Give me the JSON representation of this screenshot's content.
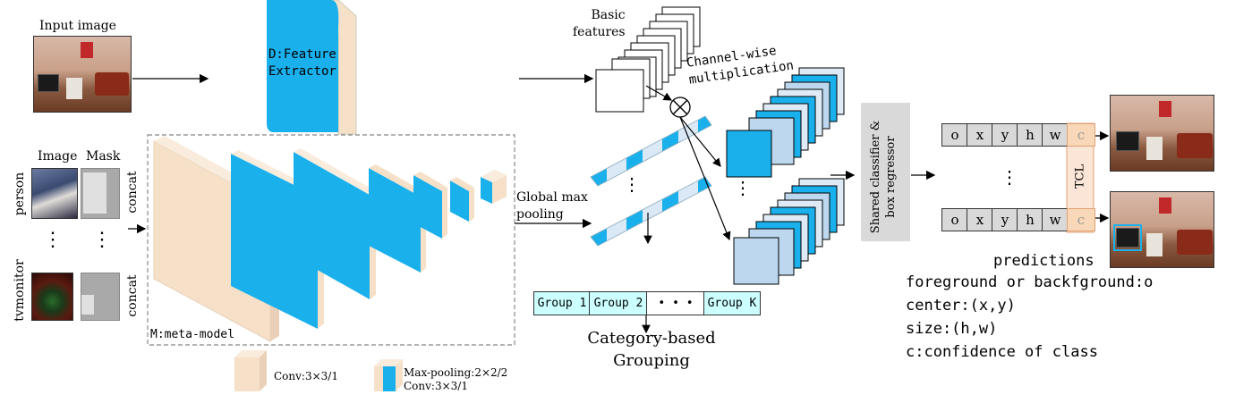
{
  "labels": {
    "input_image": "Input image",
    "image_col": "Image",
    "mask_col": "Mask",
    "person": "person",
    "tvmonitor": "tvmonitor",
    "concat": "concat",
    "feature_extractor": "D:Feature\nExtractor",
    "meta_model": "M:meta-model",
    "basic_features": "Basic\nfeatures",
    "channel_wise": "Channel-wise\nmultiplication",
    "global_max_pooling": "Global max\npooling",
    "multiply_symbol": "×",
    "shared_classifier": "Shared classifier &\nbox regressor",
    "tcl": "TCL",
    "vdots": "⋮",
    "legend_conv": "Conv:3×3/1",
    "legend_maxpool": "Max-pooling:2×2/2\nConv:3×3/1",
    "category_grouping": "Category-based\nGrouping"
  },
  "groups": [
    "Group 1",
    "Group 2",
    "• • •",
    "Group K"
  ],
  "prediction_cells": [
    "o",
    "x",
    "y",
    "h",
    "w",
    "c"
  ],
  "predictions": {
    "title": "predictions",
    "lines": [
      "foreground or backfground:o",
      "center:(x,y)",
      "size:(h,w)",
      "c:confidence of class"
    ]
  },
  "colors": {
    "blue": "#1ab0ec",
    "beige": "#f6e0c8",
    "light_blue": "#bdd7ee",
    "pale_blue": "#deebf7",
    "gray_box": "#d9d9d9",
    "tcl_fill": "#fbe5d6",
    "group_fill": "#ccffff"
  }
}
